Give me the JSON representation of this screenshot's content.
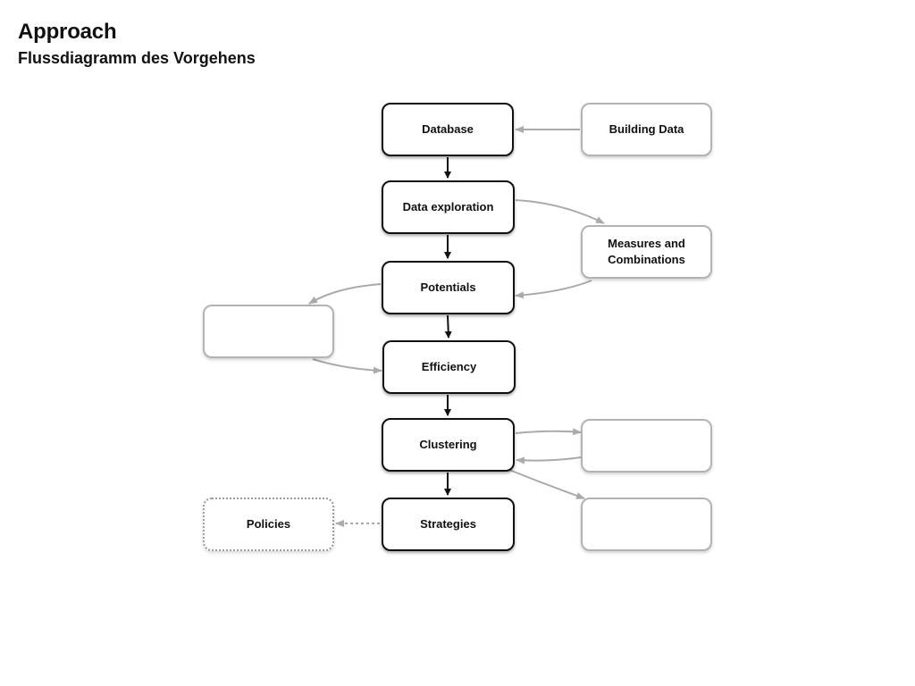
{
  "header": {
    "title": "Approach",
    "subtitle": "Flussdiagramm des Vorgehens"
  },
  "nodes": {
    "database": "Database",
    "building_data": "Building Data",
    "data_exploration": "Data exploration",
    "measures": "Measures and Combinations",
    "potentials": "Potentials",
    "efficiency": "Efficiency",
    "clustering": "Clustering",
    "strategies": "Strategies",
    "policies": "Policies",
    "empty_left": "",
    "empty_right_1": "",
    "empty_right_2": ""
  },
  "colors": {
    "main_stroke": "#111111",
    "side_stroke": "#b3b3b3",
    "arrow_gray": "#aaaaaa"
  }
}
